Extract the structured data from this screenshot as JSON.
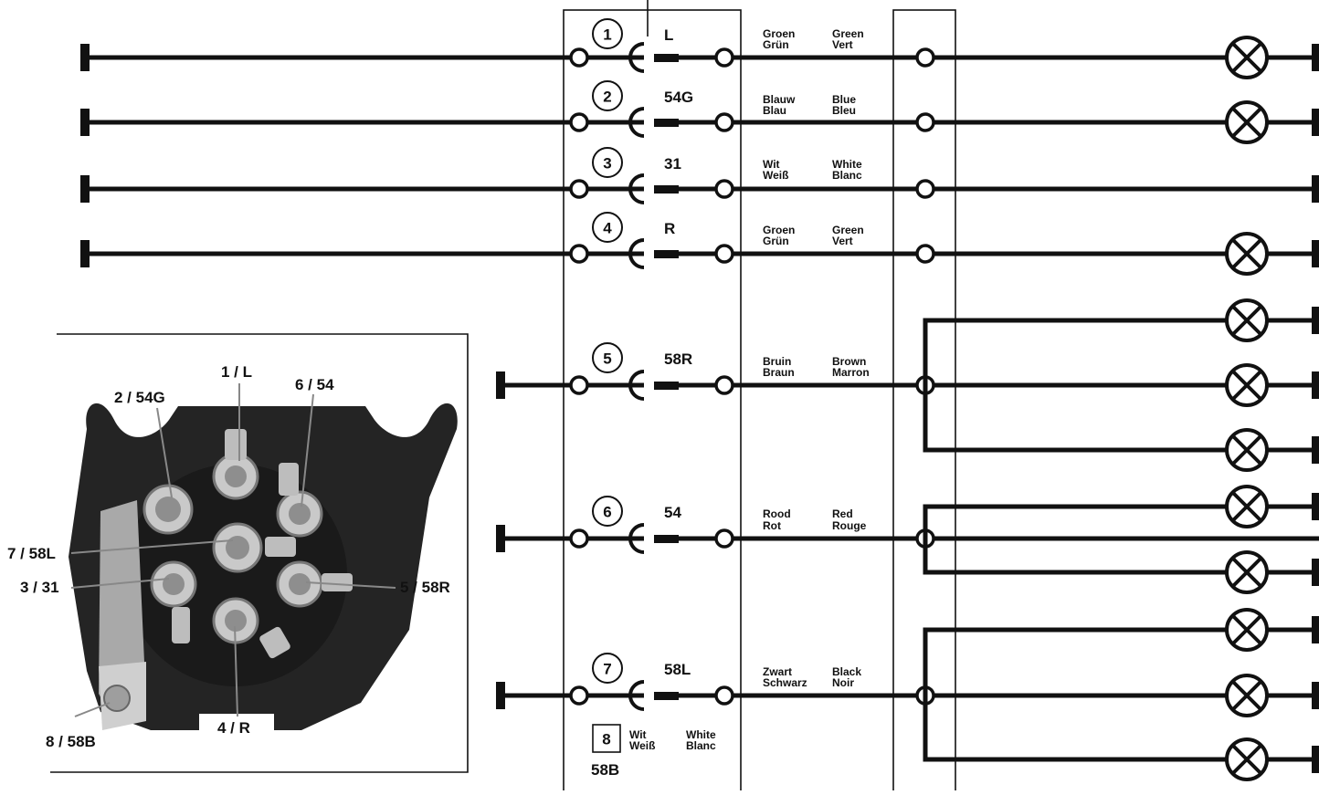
{
  "pins": [
    {
      "number": "1",
      "code": "L",
      "color_nl_de": [
        "Groen",
        "Grün"
      ],
      "color_en_fr": [
        "Green",
        "Vert"
      ]
    },
    {
      "number": "2",
      "code": "54G",
      "color_nl_de": [
        "Blauw",
        "Blau"
      ],
      "color_en_fr": [
        "Blue",
        "Bleu"
      ]
    },
    {
      "number": "3",
      "code": "31",
      "color_nl_de": [
        "Wit",
        "Weiß"
      ],
      "color_en_fr": [
        "White",
        "Blanc"
      ]
    },
    {
      "number": "4",
      "code": "R",
      "color_nl_de": [
        "Groen",
        "Grün"
      ],
      "color_en_fr": [
        "Green",
        "Vert"
      ]
    },
    {
      "number": "5",
      "code": "58R",
      "color_nl_de": [
        "Bruin",
        "Braun"
      ],
      "color_en_fr": [
        "Brown",
        "Marron"
      ]
    },
    {
      "number": "6",
      "code": "54",
      "color_nl_de": [
        "Rood",
        "Rot"
      ],
      "color_en_fr": [
        "Red",
        "Rouge"
      ]
    },
    {
      "number": "7",
      "code": "58L",
      "color_nl_de": [
        "Zwart",
        "Schwarz"
      ],
      "color_en_fr": [
        "Black",
        "Noir"
      ]
    }
  ],
  "pin8": {
    "number": "8",
    "code": "58B",
    "color_nl_de": [
      "Wit",
      "Weiß"
    ],
    "color_en_fr": [
      "White",
      "Blanc"
    ]
  },
  "socket_callouts": {
    "c1": "1 / L",
    "c2": "2 / 54G",
    "c3": "3 / 31",
    "c4": "4 / R",
    "c5": "5 / 58R",
    "c6": "6 / 54",
    "c7": "7 / 58L",
    "c8": "8 / 58B"
  },
  "colors": {
    "line": "#111111",
    "socket_body": "#232323",
    "metal": "#b8b8b8"
  }
}
